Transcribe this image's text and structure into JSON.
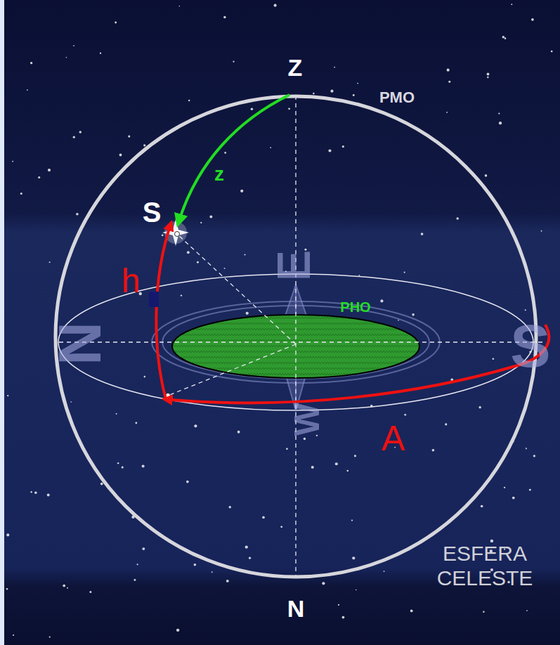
{
  "diagram": {
    "labels": [
      "Z",
      "PMO",
      "z",
      "S",
      "h",
      "PHO",
      "A",
      "N",
      "ESFERA CELESTE",
      "N",
      "E",
      "W",
      "S"
    ]
  }
}
